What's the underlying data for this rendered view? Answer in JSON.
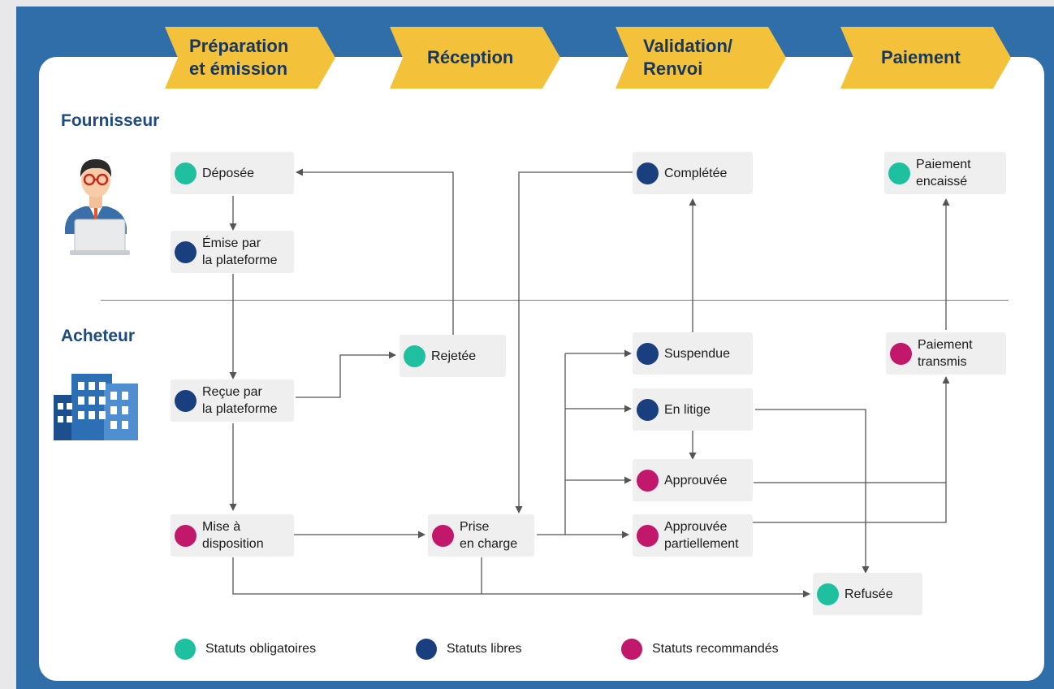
{
  "colors": {
    "frame": "#2f6ea8",
    "stage": "#f3c23a",
    "stage_text": "#17375e",
    "mandatory": "#1fc0a0",
    "free": "#1a3f7e",
    "recommended": "#c2186b",
    "arrow": "#555555"
  },
  "stages": [
    {
      "label": "Préparation\net émission"
    },
    {
      "label": "Réception"
    },
    {
      "label": "Validation/\nRenvoi"
    },
    {
      "label": "Paiement"
    }
  ],
  "lanes": {
    "supplier": {
      "title": "Fournisseur",
      "icon": "supplier-person-icon"
    },
    "buyer": {
      "title": "Acheteur",
      "icon": "building-icon"
    }
  },
  "nodes": {
    "deposee": {
      "label": "Déposée",
      "status": "mandatory"
    },
    "emise": {
      "label": "Émise par\nla plateforme",
      "status": "free"
    },
    "recue": {
      "label": "Reçue par\nla plateforme",
      "status": "free"
    },
    "rejetee": {
      "label": "Rejetée",
      "status": "mandatory"
    },
    "mise": {
      "label": "Mise à\ndisposition",
      "status": "recommended"
    },
    "prise": {
      "label": "Prise\nen charge",
      "status": "recommended"
    },
    "completee": {
      "label": "Complétée",
      "status": "free"
    },
    "suspendue": {
      "label": "Suspendue",
      "status": "free"
    },
    "litige": {
      "label": "En litige",
      "status": "free"
    },
    "approuvee": {
      "label": "Approuvée",
      "status": "recommended"
    },
    "partielle": {
      "label": "Approuvée\npartiellement",
      "status": "recommended"
    },
    "refusee": {
      "label": "Refusée",
      "status": "mandatory"
    },
    "transmis": {
      "label": "Paiement\ntransmis",
      "status": "recommended"
    },
    "encaisse": {
      "label": "Paiement\nencaissé",
      "status": "mandatory"
    }
  },
  "legend": [
    {
      "label": "Statuts obligatoires",
      "status": "mandatory"
    },
    {
      "label": "Statuts libres",
      "status": "free"
    },
    {
      "label": "Statuts recommandés",
      "status": "recommended"
    }
  ]
}
